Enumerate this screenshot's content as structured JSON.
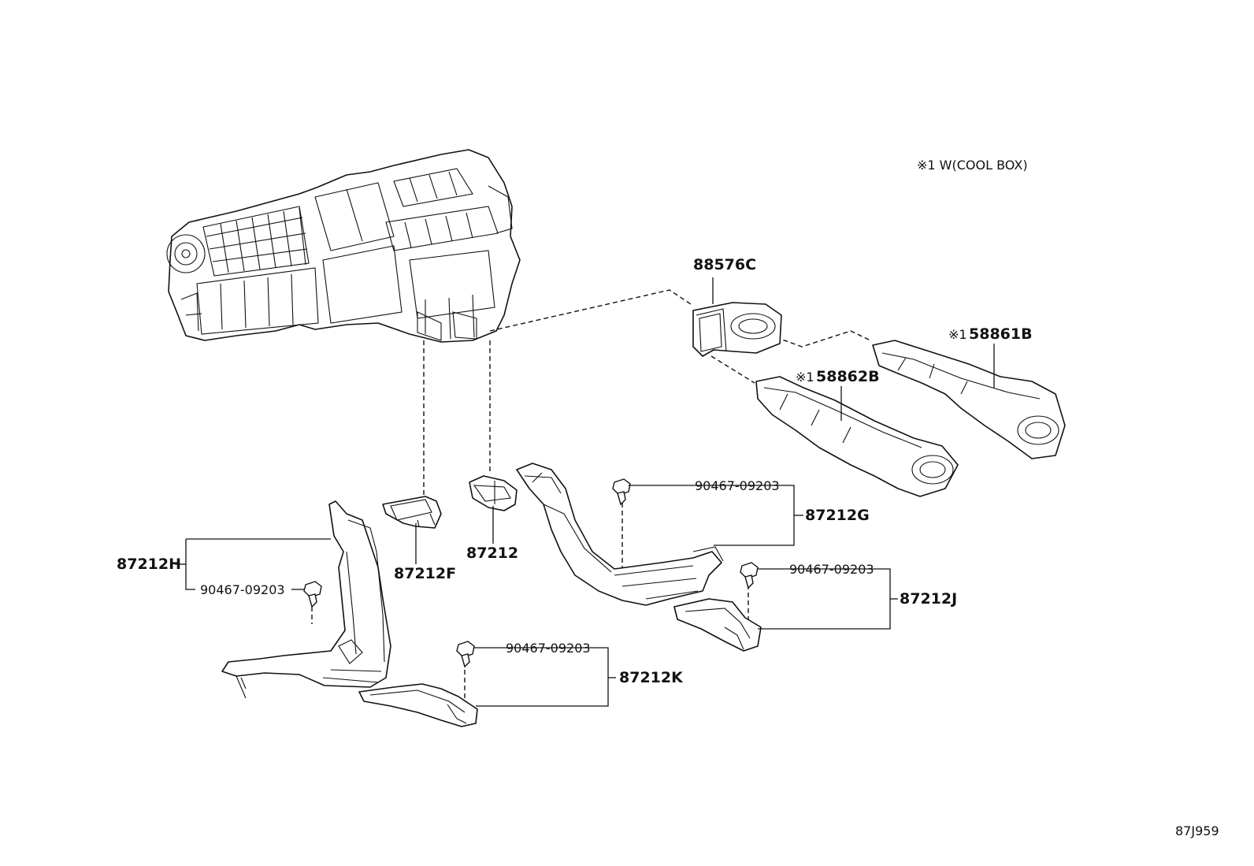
{
  "note": "※1 W(COOL BOX)",
  "diagram_code": "87J959",
  "labels": {
    "p88576C": "88576C",
    "p58861B": "58861B",
    "p58862B": "58862B",
    "mark1": "※1",
    "p90467_a": "90467-09203",
    "p87212G": "87212G",
    "p90467_b": "90467-09203",
    "p87212J": "87212J",
    "p90467_c": "90467-09203",
    "p87212K": "87212K",
    "p87212H": "87212H",
    "p90467_d": "90467-09203",
    "p87212F": "87212F",
    "p87212": "87212"
  }
}
